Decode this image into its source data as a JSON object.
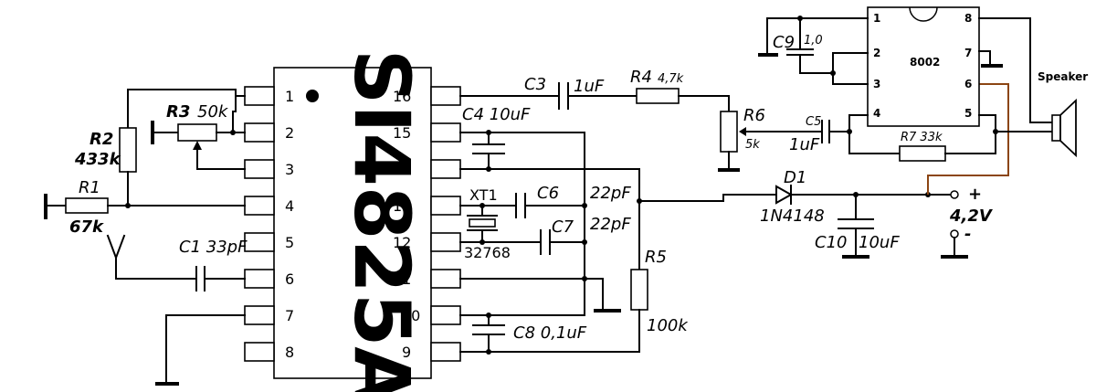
{
  "chip_main": {
    "name": "SI4825A",
    "left_pins": [
      "1",
      "2",
      "3",
      "4",
      "5",
      "6",
      "7",
      "8"
    ],
    "right_pins": [
      "16",
      "15",
      "14",
      "13",
      "12",
      "11",
      "10",
      "9"
    ]
  },
  "chip_amp": {
    "name": "8002",
    "left_pins": [
      "1",
      "2",
      "3",
      "4"
    ],
    "right_pins": [
      "8",
      "7",
      "6",
      "5"
    ]
  },
  "labels": {
    "r1": "R1",
    "r1_val": "67k",
    "r2": "R2",
    "r2_val": "433k",
    "r3": "R3",
    "r3_val": "50k",
    "r4": "R4",
    "r4_val": "4,7k",
    "r5": "R5",
    "r5_val": "100k",
    "r6": "R6",
    "r6_val": "5k",
    "r7": "R7 33k",
    "c1": "C1 33pF",
    "c3": "C3",
    "c3_val": "1uF",
    "c4": "C4 10uF",
    "c5": "C5",
    "c5_val": "1uF",
    "c6": "C6",
    "c6_val": "22pF",
    "c7": "C7",
    "c7_val": "22pF",
    "c8": "C8 0,1uF",
    "c9": "C9",
    "c9_val": "1,0",
    "c10": "C10",
    "c10_val": "10uF",
    "xt1": "XT1",
    "xt1_val": "32768",
    "d1": "D1",
    "d1_val": "1N4148",
    "speaker": "Speaker",
    "plus": "+",
    "voltage": "4,2V",
    "minus": "-"
  }
}
